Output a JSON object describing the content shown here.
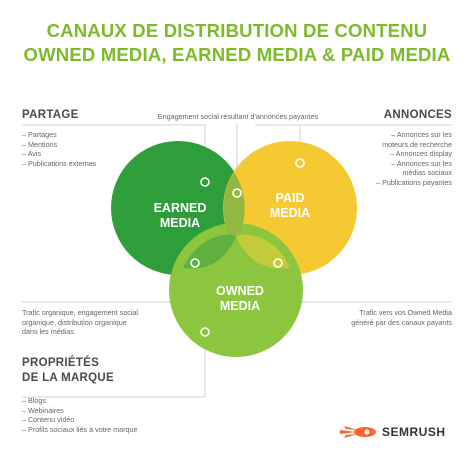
{
  "title": {
    "line1": "CANAUX DE DISTRIBUTION DE CONTENU",
    "line2": "OWNED MEDIA, EARNED MEDIA & PAID MEDIA"
  },
  "circles": {
    "earned": {
      "line1": "EARNED",
      "line2": "MEDIA",
      "color": "#2e9e3a"
    },
    "paid": {
      "line1": "PAID",
      "line2": "MEDIA",
      "color": "#f5c932"
    },
    "owned": {
      "line1": "OWNED",
      "line2": "MEDIA",
      "color": "#8cc63f"
    }
  },
  "partage": {
    "heading": "PARTAGE",
    "items": [
      "– Partages",
      "– Mentions",
      "– Avis",
      "– Publications externes"
    ]
  },
  "annonces": {
    "heading": "ANNONCES",
    "items": [
      "– Annonces sur les",
      "moteurs de recherche",
      "– Annonces display",
      "– Annonces sur les",
      "médias sociaux",
      "– Publications payantes"
    ]
  },
  "proprietes": {
    "heading_line1": "PROPRIÉTÉS",
    "heading_line2": "DE LA MARQUE",
    "items": [
      "– Blogs",
      "– Webinaires",
      "– Contenu vidéo",
      "– Profils sociaux liés à votre marque"
    ]
  },
  "notes": {
    "top": "Engagement social résultant d'annonces payantes",
    "left": [
      "Trafic organique, engagement social",
      "organique, distribution organique",
      "dans les médias"
    ],
    "right": [
      "Trafic vers vos Owned Media",
      "généré par des canaux payants"
    ]
  },
  "logo": {
    "text": "SEMRUSH",
    "color": "#ff642d"
  }
}
